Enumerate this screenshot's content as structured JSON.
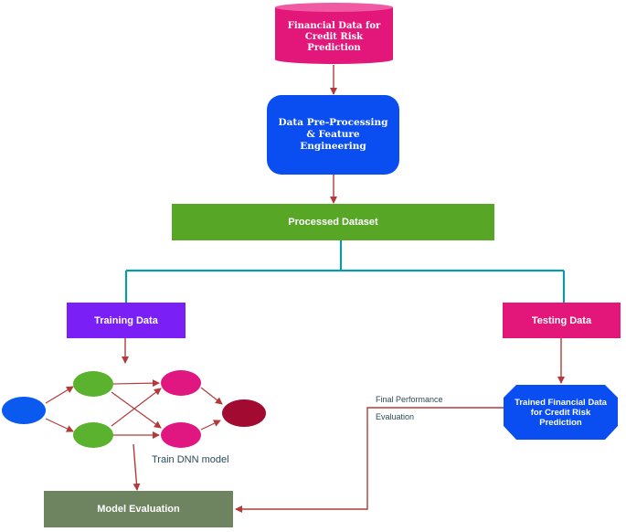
{
  "nodes": {
    "financial_data": "Financial Data for Credit Risk Prediction",
    "preprocessing": "Data Pre-Processing & Feature Engineering",
    "processed_dataset": "Processed Dataset",
    "training_data": "Training Data",
    "testing_data": "Testing Data",
    "trained_financial_data": "Trained Financial Data for Credit Risk Prediction",
    "model_evaluation": "Model Evaluation"
  },
  "labels": {
    "train_dnn": "Train DNN model",
    "final_performance_line1": "Final Performance",
    "final_performance_line2": "Evaluation"
  },
  "colors": {
    "pink": "#e3177a",
    "blue": "#0a4ef2",
    "green": "#58a626",
    "purple": "#7a1ff5",
    "teal": "#0e97a5",
    "arrow": "#b33a3a",
    "model_eval": "#6e8460",
    "nn_blue": "#0a5af0",
    "nn_green": "#5bb22e",
    "nn_pink": "#e01780",
    "nn_dark": "#a30a32"
  }
}
